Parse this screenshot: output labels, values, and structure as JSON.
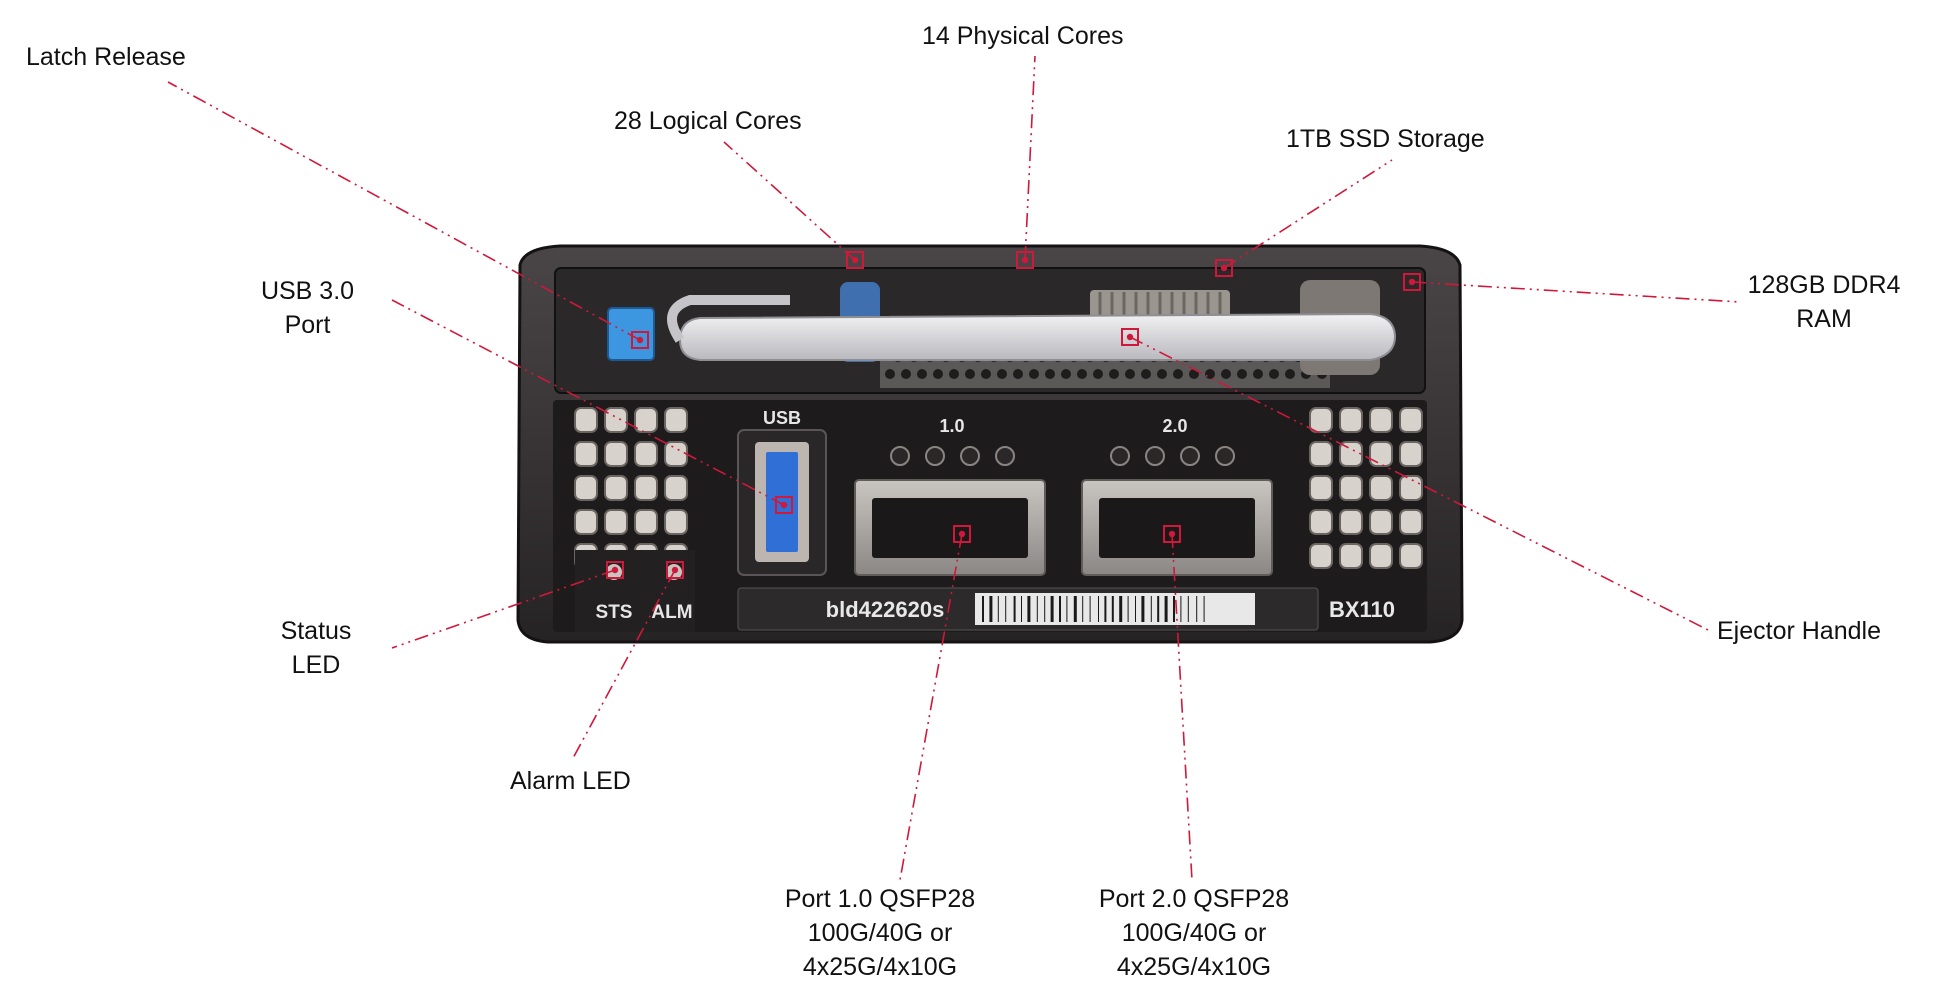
{
  "colors": {
    "callout": "#d0183b",
    "chassis": "#1d1b1c",
    "bezel": "#3a3638",
    "handle": "#d8d8dc",
    "latch": "#3d96e0",
    "usb_port": "#2f6fd6",
    "label_text": "#111111"
  },
  "callouts": [
    {
      "id": "latch-release",
      "lines": [
        "Latch Release"
      ]
    },
    {
      "id": "logical-cores",
      "lines": [
        "28 Logical Cores"
      ]
    },
    {
      "id": "physical-cores",
      "lines": [
        "14 Physical Cores"
      ]
    },
    {
      "id": "ssd-storage",
      "lines": [
        "1TB SSD Storage"
      ]
    },
    {
      "id": "ddr4-ram",
      "lines": [
        "128GB DDR4",
        "RAM"
      ]
    },
    {
      "id": "usb-port",
      "lines": [
        "USB 3.0",
        "Port"
      ]
    },
    {
      "id": "ejector-handle",
      "lines": [
        "Ejector Handle"
      ]
    },
    {
      "id": "status-led",
      "lines": [
        "Status",
        "LED"
      ]
    },
    {
      "id": "alarm-led",
      "lines": [
        "Alarm LED"
      ]
    },
    {
      "id": "port-1",
      "lines": [
        "Port 1.0 QSFP28",
        "100G/40G or",
        "4x25G/4x10G"
      ]
    },
    {
      "id": "port-2",
      "lines": [
        "Port 2.0 QSFP28",
        "100G/40G or",
        "4x25G/4x10G"
      ]
    }
  ],
  "device": {
    "usb_label": "USB",
    "port1_label": "1.0",
    "port2_label": "2.0",
    "serial": "bld422620s",
    "model": "BX110",
    "sts_label": "STS",
    "alm_label": "ALM"
  }
}
